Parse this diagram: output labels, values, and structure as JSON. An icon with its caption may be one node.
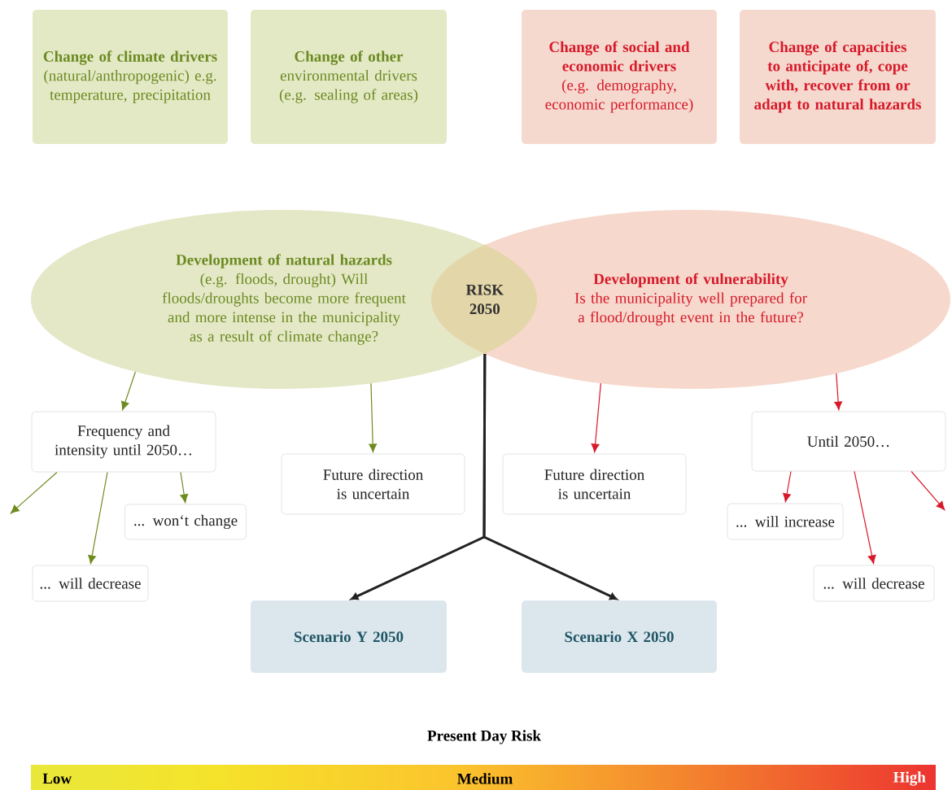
{
  "diagram": {
    "nodes": [
      {
        "text": [
          "Change of climate drivers",
          "(natural/anthropogenic) e.g. temperature, precipitation"
        ]
      },
      {
        "text": [
          "Change of other",
          "environmental drivers (e.g. sealing of areas)"
        ]
      },
      {
        "text": [
          "Change of social and economic drivers",
          "(e.g. demography, economic performance)"
        ]
      },
      {
        "text": [
          "Change of capacities to anticipate of, cope with, recover from or adapt to natural hazards"
        ]
      },
      {
        "text": [
          "Development of natural hazards",
          "(e.g. floods, drought) Will floods/droughts become more frequent and more intense in the municipality as a result of climate change?"
        ]
      },
      {
        "text": [
          "Development of vulnerability",
          "Is the municipality well prepared for a flood/drought event in the future?"
        ]
      },
      {
        "text": [
          "RISK 2050"
        ]
      },
      {
        "text": [
          "Frequency and intensity until 2050…"
        ]
      },
      {
        "text": [
          "... won‘t change"
        ]
      },
      {
        "text": [
          "... will decrease"
        ]
      },
      {
        "text": [
          "Future direction is uncertain"
        ]
      },
      {
        "text": [
          "Future direction is uncertain"
        ]
      },
      {
        "text": [
          "Until 2050…"
        ]
      },
      {
        "text": [
          "... will increase"
        ]
      },
      {
        "text": [
          "... will decrease"
        ]
      },
      {
        "text": [
          "Scenario Y 2050"
        ]
      },
      {
        "text": [
          "Scenario X 2050"
        ]
      }
    ],
    "edges": [
      {
        "from": 4,
        "to": 7,
        "arrow": "to",
        "color": "#6e8b1e"
      },
      {
        "from": 7,
        "to": null,
        "arrow": "to",
        "color": "#6e8b1e"
      },
      {
        "from": 7,
        "to": 9,
        "arrow": "to",
        "color": "#6e8b1e"
      },
      {
        "from": 7,
        "to": 8,
        "arrow": "to",
        "color": "#6e8b1e"
      },
      {
        "from": 4,
        "to": 10,
        "arrow": "to",
        "color": "#6e8b1e"
      },
      {
        "from": 5,
        "to": 11,
        "arrow": "to",
        "color": "#d7192a"
      },
      {
        "from": 5,
        "to": 12,
        "arrow": "to",
        "color": "#d7192a"
      },
      {
        "from": 12,
        "to": 13,
        "arrow": "to",
        "color": "#d7192a"
      },
      {
        "from": 12,
        "to": 14,
        "arrow": "to",
        "color": "#d7192a"
      },
      {
        "from": 12,
        "to": null,
        "arrow": "to",
        "color": "#d7192a"
      },
      {
        "from": 6,
        "to": 15,
        "arrow": "to",
        "style": "thick",
        "color": "#222222"
      },
      {
        "from": 6,
        "to": 16,
        "arrow": "to",
        "style": "thick",
        "color": "#222222"
      }
    ],
    "labels": [
      "Present Day Risk",
      "Low",
      "Medium",
      "High"
    ]
  }
}
